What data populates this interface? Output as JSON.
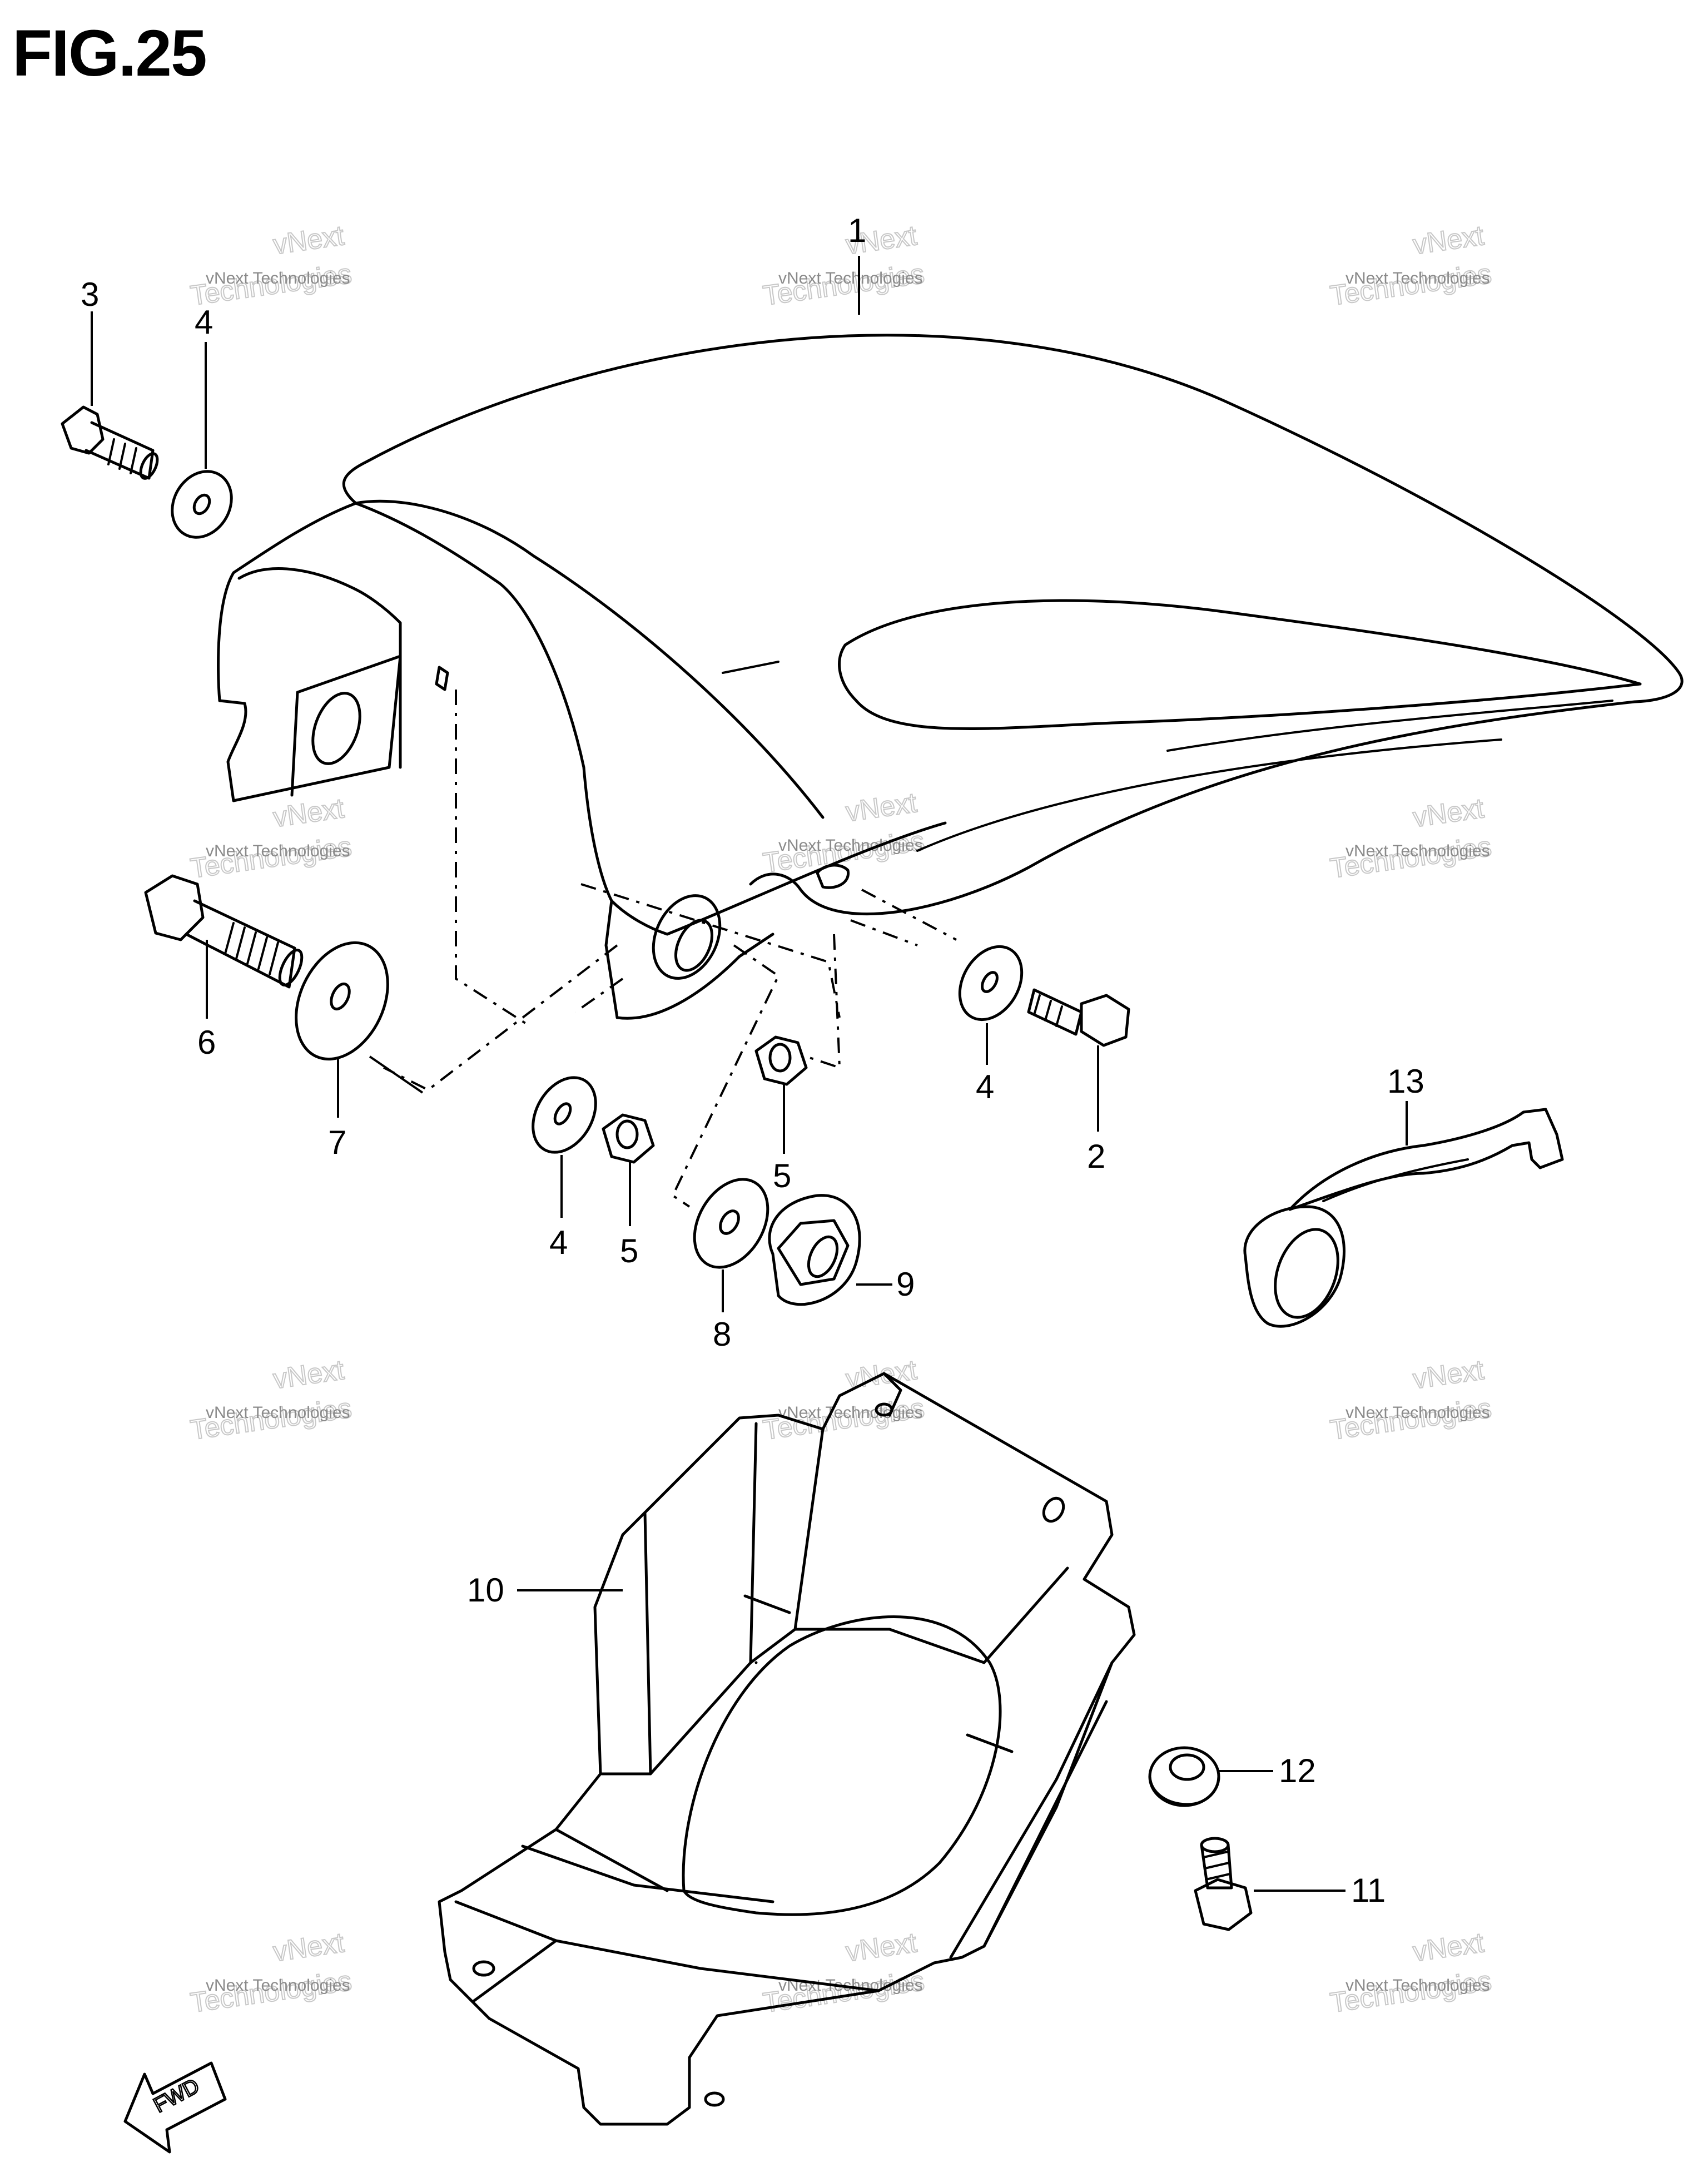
{
  "figure": {
    "title": "FIG.25"
  },
  "callouts": [
    {
      "id": "c1",
      "label": "1"
    },
    {
      "id": "c2",
      "label": "2"
    },
    {
      "id": "c3",
      "label": "3"
    },
    {
      "id": "c4a",
      "label": "4"
    },
    {
      "id": "c4b",
      "label": "4"
    },
    {
      "id": "c4c",
      "label": "4"
    },
    {
      "id": "c5a",
      "label": "5"
    },
    {
      "id": "c5b",
      "label": "5"
    },
    {
      "id": "c6",
      "label": "6"
    },
    {
      "id": "c7",
      "label": "7"
    },
    {
      "id": "c8",
      "label": "8"
    },
    {
      "id": "c9",
      "label": "9"
    },
    {
      "id": "c10",
      "label": "10"
    },
    {
      "id": "c11",
      "label": "11"
    },
    {
      "id": "c12",
      "label": "12"
    },
    {
      "id": "c13",
      "label": "13"
    }
  ],
  "watermark": {
    "line1": "vNext Technologies",
    "line2": "vNext",
    "line3": "Technologies"
  },
  "direction_marker": {
    "label": "FWD"
  }
}
